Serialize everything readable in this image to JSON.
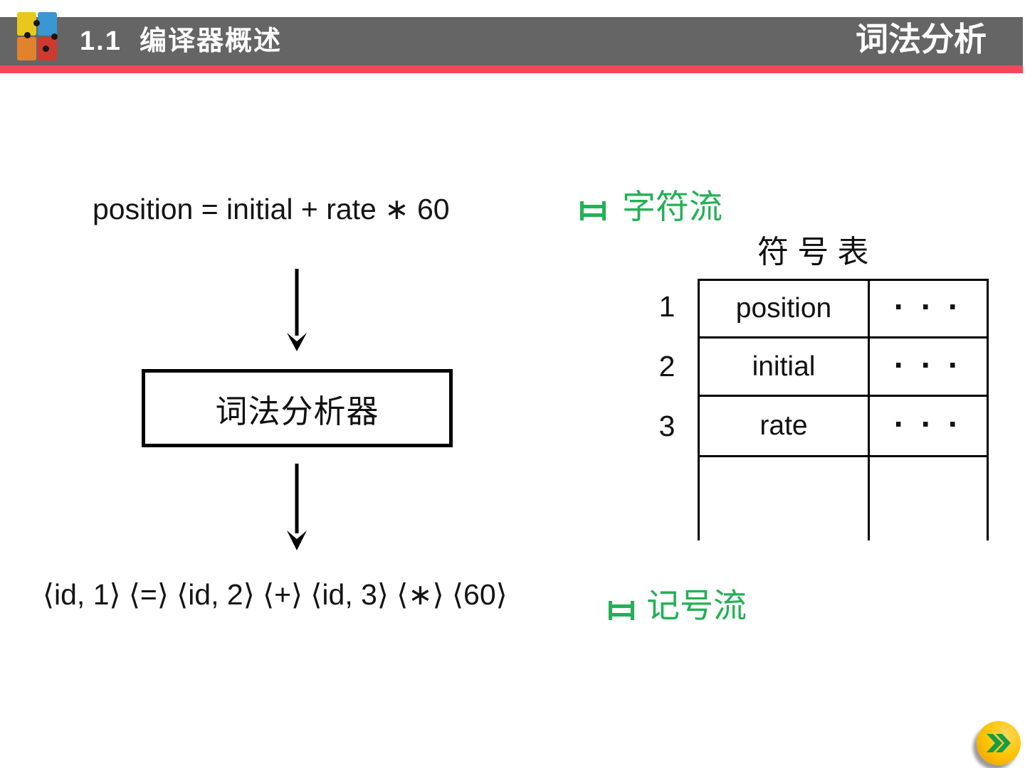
{
  "header": {
    "section_title": "1.1  编译器概述",
    "page_title": "词法分析"
  },
  "content": {
    "source_expression": "position = initial + rate ∗ 60",
    "char_stream_label": "字符流",
    "analyzer_label": "词法分析器",
    "token_stream": "⟨id, 1⟩ ⟨=⟩ ⟨id, 2⟩ ⟨+⟩ ⟨id, 3⟩ ⟨∗⟩ ⟨60⟩",
    "token_stream_label": "记号流"
  },
  "symbol_table": {
    "title": "符 号 表",
    "rows": [
      {
        "index": "1",
        "name": "position",
        "attributes": "· · ·"
      },
      {
        "index": "2",
        "name": "initial",
        "attributes": "· · ·"
      },
      {
        "index": "3",
        "name": "rate",
        "attributes": "· · ·"
      },
      {
        "index": "",
        "name": "",
        "attributes": ""
      }
    ]
  },
  "colors": {
    "header_bar_gray": "#656565",
    "accent_line_red": "#f4475a",
    "stream_green": "#24b055",
    "next_button_yellow": "#fdc504",
    "next_arrow_green": "#169c46",
    "logo_yellow": "#e9c81d",
    "logo_blue": "#3b97d3",
    "logo_orange": "#e0832c",
    "logo_red": "#ce3a30"
  }
}
